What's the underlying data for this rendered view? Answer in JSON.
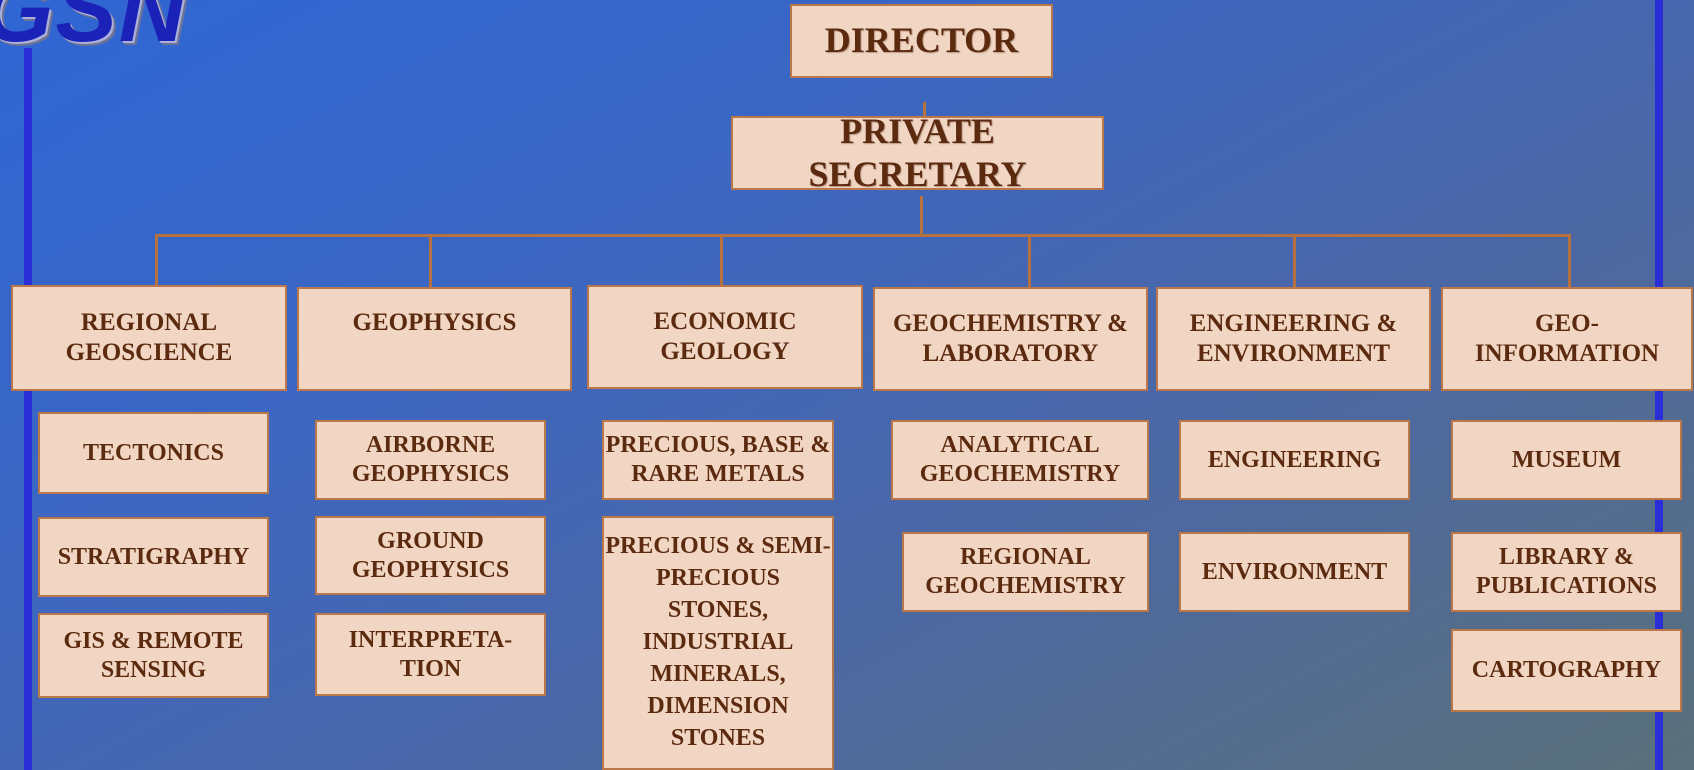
{
  "logo_text": "GSN",
  "director": "DIRECTOR",
  "private_secretary": "PRIVATE SECRETARY",
  "departments": [
    {
      "title": "REGIONAL GEOSCIENCE",
      "units": [
        "TECTONICS",
        "STRATIGRAPHY",
        "GIS & REMOTE SENSING"
      ]
    },
    {
      "title": "GEOPHYSICS",
      "units": [
        "AIRBORNE GEOPHYSICS",
        "GROUND GEOPHYSICS",
        "INTERPRETA- TION"
      ]
    },
    {
      "title": "ECONOMIC GEOLOGY",
      "units": [
        "PRECIOUS, BASE & RARE METALS",
        "PRECIOUS & SEMI-PRECIOUS STONES, INDUSTRIAL MINERALS, DIMENSION STONES"
      ]
    },
    {
      "title": "GEOCHEMISTRY & LABORATORY",
      "units": [
        "ANALYTICAL GEOCHEMISTRY",
        "REGIONAL GEOCHEMISTRY"
      ]
    },
    {
      "title": "ENGINEERING & ENVIRONMENT",
      "units": [
        "ENGINEERING",
        "ENVIRONMENT"
      ]
    },
    {
      "title": "GEO- INFORMATION",
      "units": [
        "MUSEUM",
        "LIBRARY & PUBLICATIONS",
        "CARTOGRAPHY"
      ]
    }
  ],
  "colors": {
    "box_fill": "#f1d6c4",
    "box_border": "#b9774a",
    "text": "#5c2a0e",
    "connector": "#b5713f",
    "side_rail": "#2a2ed6",
    "logo": "#1a22b8"
  }
}
